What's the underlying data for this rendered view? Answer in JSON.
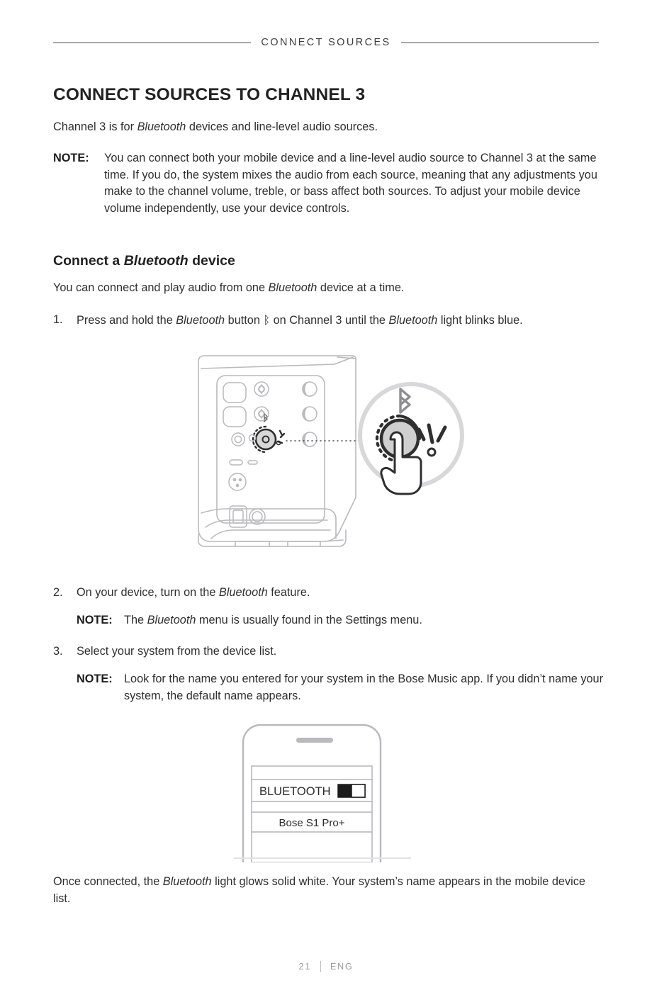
{
  "page": {
    "running_header": "CONNECT SOURCES",
    "title": "CONNECT SOURCES TO CHANNEL 3",
    "intro_before_italic": "Channel 3 is for ",
    "intro_italic": "Bluetooth",
    "intro_after_italic": " devices and line-level audio sources."
  },
  "note_top": {
    "label": "NOTE:",
    "body": "You can connect both your mobile device and a line-level audio source to Channel 3 at the same time. If you do, the system mixes the audio from each source, meaning that any adjustments you make to the channel volume, treble, or bass affect both sources. To adjust your mobile device volume independently, use your device controls."
  },
  "section": {
    "heading_before_italic": "Connect a ",
    "heading_italic": "Bluetooth",
    "heading_after_italic": " device",
    "sub_before_italic": "You can connect and play audio from one ",
    "sub_italic": "Bluetooth",
    "sub_after_italic": " device at a time."
  },
  "steps": [
    {
      "number": "1.",
      "text_1": "Press and hold the ",
      "italic_1": "Bluetooth",
      "text_2": " button ",
      "glyph": "ᛒ",
      "text_3": " on Channel 3 until the ",
      "italic_2": "Bluetooth",
      "text_4": " light blinks blue."
    },
    {
      "number": "2.",
      "text_1": "On your device, turn on the ",
      "italic_1": "Bluetooth",
      "text_2": " feature."
    },
    {
      "number": "3.",
      "text_1": "Select your system from the device list."
    }
  ],
  "note_step2": {
    "label": "NOTE:",
    "text_1": "The ",
    "italic_1": "Bluetooth",
    "text_2": " menu is usually found in the Settings menu."
  },
  "note_step3": {
    "label": "NOTE:",
    "body": "Look for the name you entered for your system in the Bose Music app. If you didn’t name your system, the default name appears."
  },
  "phone_figure": {
    "bluetooth_label": "BLUETOOTH",
    "toggle_state": "on",
    "device_name": "Bose S1 Pro+"
  },
  "speaker_figure": {
    "callout_icon": "bluetooth-icon",
    "hand_icon": "pressing-hand-icon",
    "blink_icon": "blinking-light-icon"
  },
  "outro": {
    "text_1": "Once connected, the ",
    "italic_1": "Bluetooth",
    "text_2": " light glows solid white. Your system’s name appears in the mobile device list."
  },
  "footer": {
    "page_number": "21",
    "language": "ENG"
  },
  "colors": {
    "text": "#2f2f2f",
    "heading": "#222222",
    "rule": "#4a4a4a",
    "line_art": "#b9b9be",
    "line_art_dark": "#3a3a3a",
    "footer_text": "#9a9a9a"
  }
}
